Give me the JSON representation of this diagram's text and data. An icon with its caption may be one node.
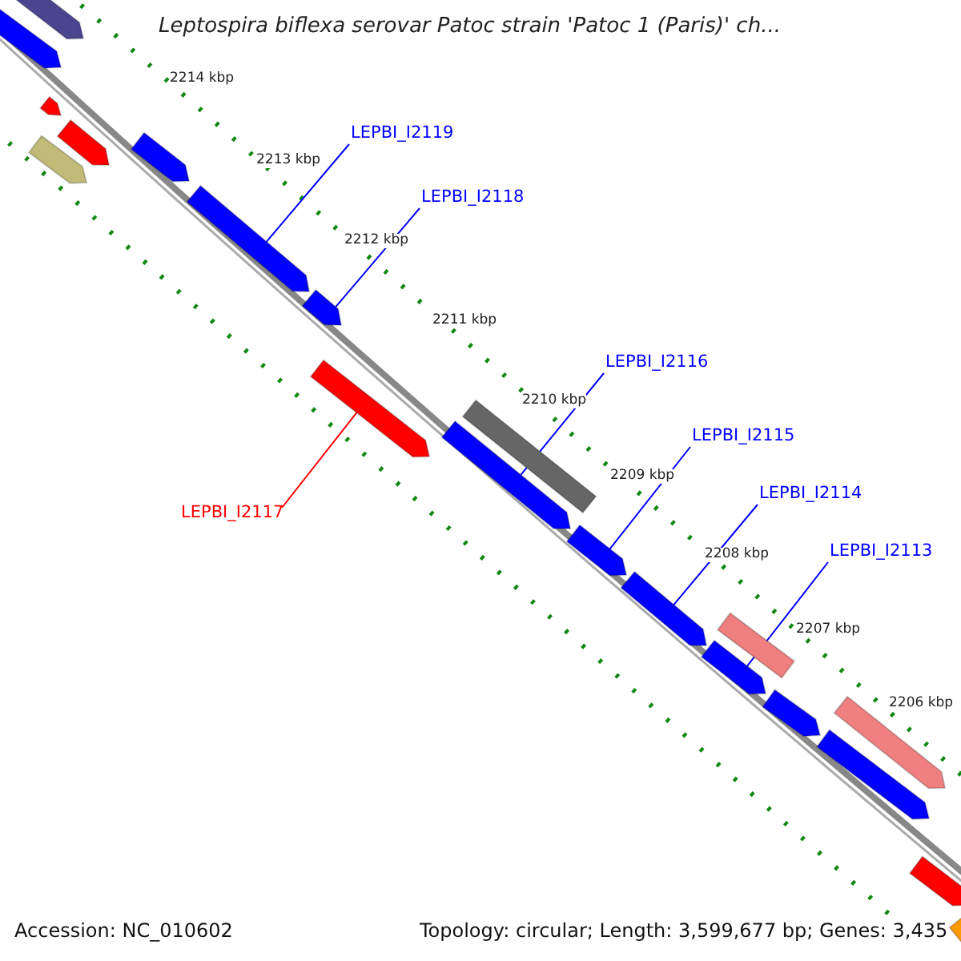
{
  "diagram": {
    "title": "Leptospira biflexa serovar Patoc strain 'Patoc 1 (Paris)' ch...",
    "nodes": [
      {
        "text": [
          "LEPBI_I2119"
        ]
      },
      {
        "text": [
          "LEPBI_I2118"
        ]
      },
      {
        "text": [
          "LEPBI_I2116"
        ]
      },
      {
        "text": [
          "LEPBI_I2115"
        ]
      },
      {
        "text": [
          "LEPBI_I2114"
        ]
      },
      {
        "text": [
          "LEPBI_I2113"
        ]
      },
      {
        "text": [
          "LEPBI_I2117"
        ]
      },
      {
        "text": [],
        "shape": "bar"
      },
      {
        "text": [],
        "shape": "bar"
      },
      {
        "text": [],
        "shape": "bar"
      },
      {
        "text": [],
        "shape": "bar"
      },
      {
        "text": [],
        "shape": "bar"
      },
      {
        "text": [],
        "shape": "bar"
      },
      {
        "text": [],
        "shape": "bar"
      },
      {
        "text": [],
        "shape": "bar"
      },
      {
        "text": [],
        "shape": "bar"
      },
      {
        "text": [],
        "shape": "bar"
      },
      {
        "text": [],
        "shape": "bar"
      },
      {
        "text": [],
        "shape": "bar"
      },
      {
        "text": [],
        "shape": "bar"
      },
      {
        "text": [],
        "shape": "box"
      },
      {
        "text": [],
        "shape": "box"
      },
      {
        "text": [],
        "shape": "bar"
      },
      {
        "text": [],
        "shape": "bar"
      },
      {
        "text": [],
        "shape": "bar"
      },
      {
        "text": [],
        "shape": "bar"
      },
      {
        "text": [],
        "shape": "bar"
      }
    ],
    "edges": [
      {
        "from": 0,
        "to": 7,
        "arrow": "none"
      },
      {
        "from": 1,
        "to": 8,
        "arrow": "none"
      },
      {
        "from": 2,
        "to": 9,
        "arrow": "none"
      },
      {
        "from": 3,
        "to": 10,
        "arrow": "none"
      },
      {
        "from": 4,
        "to": 11,
        "arrow": "none"
      },
      {
        "from": 5,
        "to": 12,
        "arrow": "none"
      },
      {
        "from": 6,
        "to": 13,
        "arrow": "none",
        "color": "#ff0000"
      }
    ],
    "labels": [
      "2214 kbp",
      "2213 kbp",
      "2212 kbp",
      "2211 kbp",
      "2210 kbp",
      "2209 kbp",
      "2208 kbp",
      "2207 kbp",
      "2206 kbp",
      "Accession: NC_010602",
      "Topology: circular; Length: 3,599,677 bp; Genes: 3,435"
    ]
  }
}
